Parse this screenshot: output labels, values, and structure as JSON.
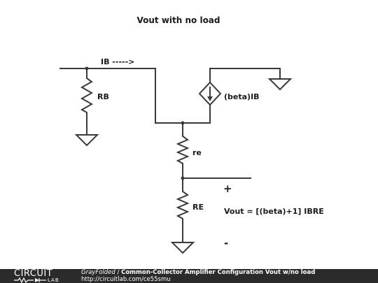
{
  "diagram": {
    "title": "Vout with no load",
    "labels": {
      "ib_current": "IB ----->",
      "rb": "RB",
      "dep_source": "(beta)IB",
      "re_small": "re",
      "re_big": "RE",
      "plus": "+",
      "minus": "-",
      "vout_formula": "Vout = [(beta)+1] IBRE"
    }
  },
  "footer": {
    "logo_line1": "CIRCUIT",
    "logo_line2": "LAB",
    "author": "GrayFolded",
    "separator": " / ",
    "circuit_title": "Common-Collector Amplifier Configuration Vout w/no load",
    "url": "http://circuitlab.com/ce55smu"
  }
}
